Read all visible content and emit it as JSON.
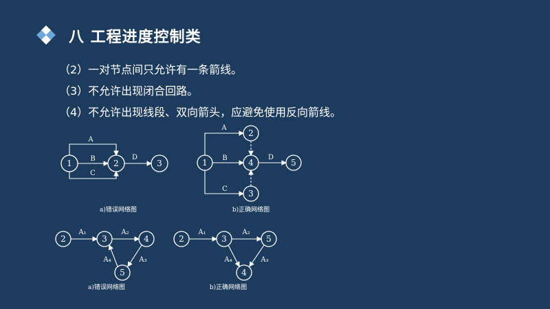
{
  "slide": {
    "title": "八  工程进度控制类",
    "rules": [
      "（2）一对节点间只允许有一条箭线。",
      "（3）不允许出现闭合回路。",
      "（4）不允许出现线段、双向箭头，应避免使用反向箭线。"
    ]
  },
  "colors": {
    "background": "#1d3b5c",
    "text": "#ffffff",
    "logo_light": "#ffffff",
    "logo_blue": "#6aa8d8"
  },
  "diagrams": {
    "a_wrong": {
      "caption": "a)错误网络图",
      "nodes": [
        "1",
        "2",
        "3"
      ],
      "edge_labels": [
        "A",
        "B",
        "C",
        "D"
      ]
    },
    "b_correct": {
      "caption": "b)正确网络图",
      "nodes": [
        "1",
        "2",
        "4",
        "5",
        "3"
      ],
      "edge_labels": [
        "A",
        "B",
        "C",
        "D"
      ]
    },
    "c_wrong": {
      "caption": "a)错误网络图",
      "nodes": [
        "2",
        "3",
        "4",
        "5"
      ],
      "edge_labels": [
        "A₁",
        "A₂",
        "A₄",
        "A₃"
      ]
    },
    "d_correct": {
      "caption": "b)正确网络图",
      "nodes": [
        "2",
        "3",
        "5",
        "4"
      ],
      "edge_labels": [
        "A₁",
        "A₂",
        "A₄",
        "A₃"
      ]
    }
  }
}
